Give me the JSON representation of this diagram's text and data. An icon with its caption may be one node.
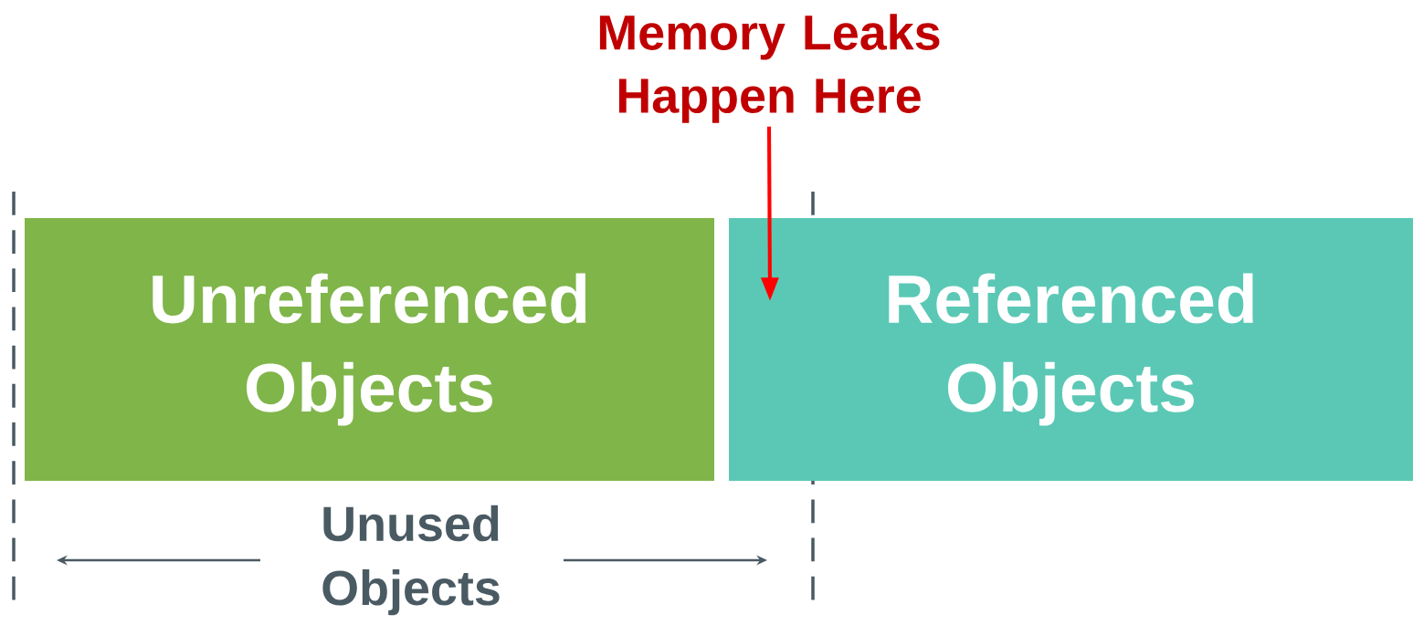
{
  "diagram": {
    "nodes": [
      {
        "text": [
          "Unreferenced Objects"
        ]
      },
      {
        "text": [
          "Referenced Objects"
        ]
      },
      {
        "text": [
          "Memory Leaks Happen Here"
        ]
      }
    ],
    "edges": [
      {
        "from": 2,
        "to": 1,
        "arrow": "to"
      }
    ],
    "labels": [
      "Unused Objects"
    ]
  }
}
